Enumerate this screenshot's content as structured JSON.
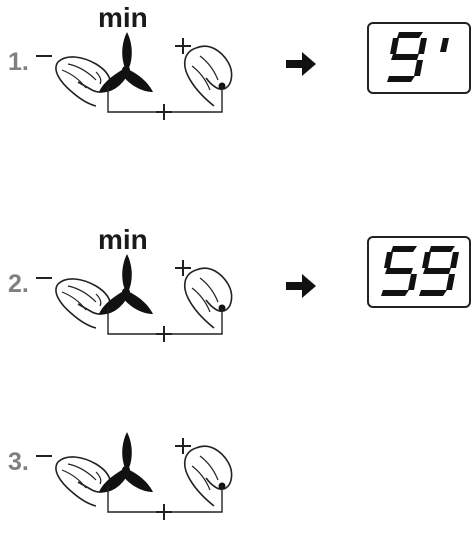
{
  "steps": [
    {
      "number": "1.",
      "label": "min",
      "minus": "−",
      "plus_left": "+",
      "plus_bottom": "+",
      "display": "9 '",
      "arrow": "arrow-right-icon"
    },
    {
      "number": "2.",
      "label": "min",
      "minus": "−",
      "plus_left": "+",
      "plus_bottom": "+",
      "display": "59",
      "arrow": "arrow-right-icon"
    },
    {
      "number": "3.",
      "label": "",
      "minus": "−",
      "plus_left": "+",
      "plus_bottom": "+",
      "display": "",
      "arrow": ""
    }
  ]
}
